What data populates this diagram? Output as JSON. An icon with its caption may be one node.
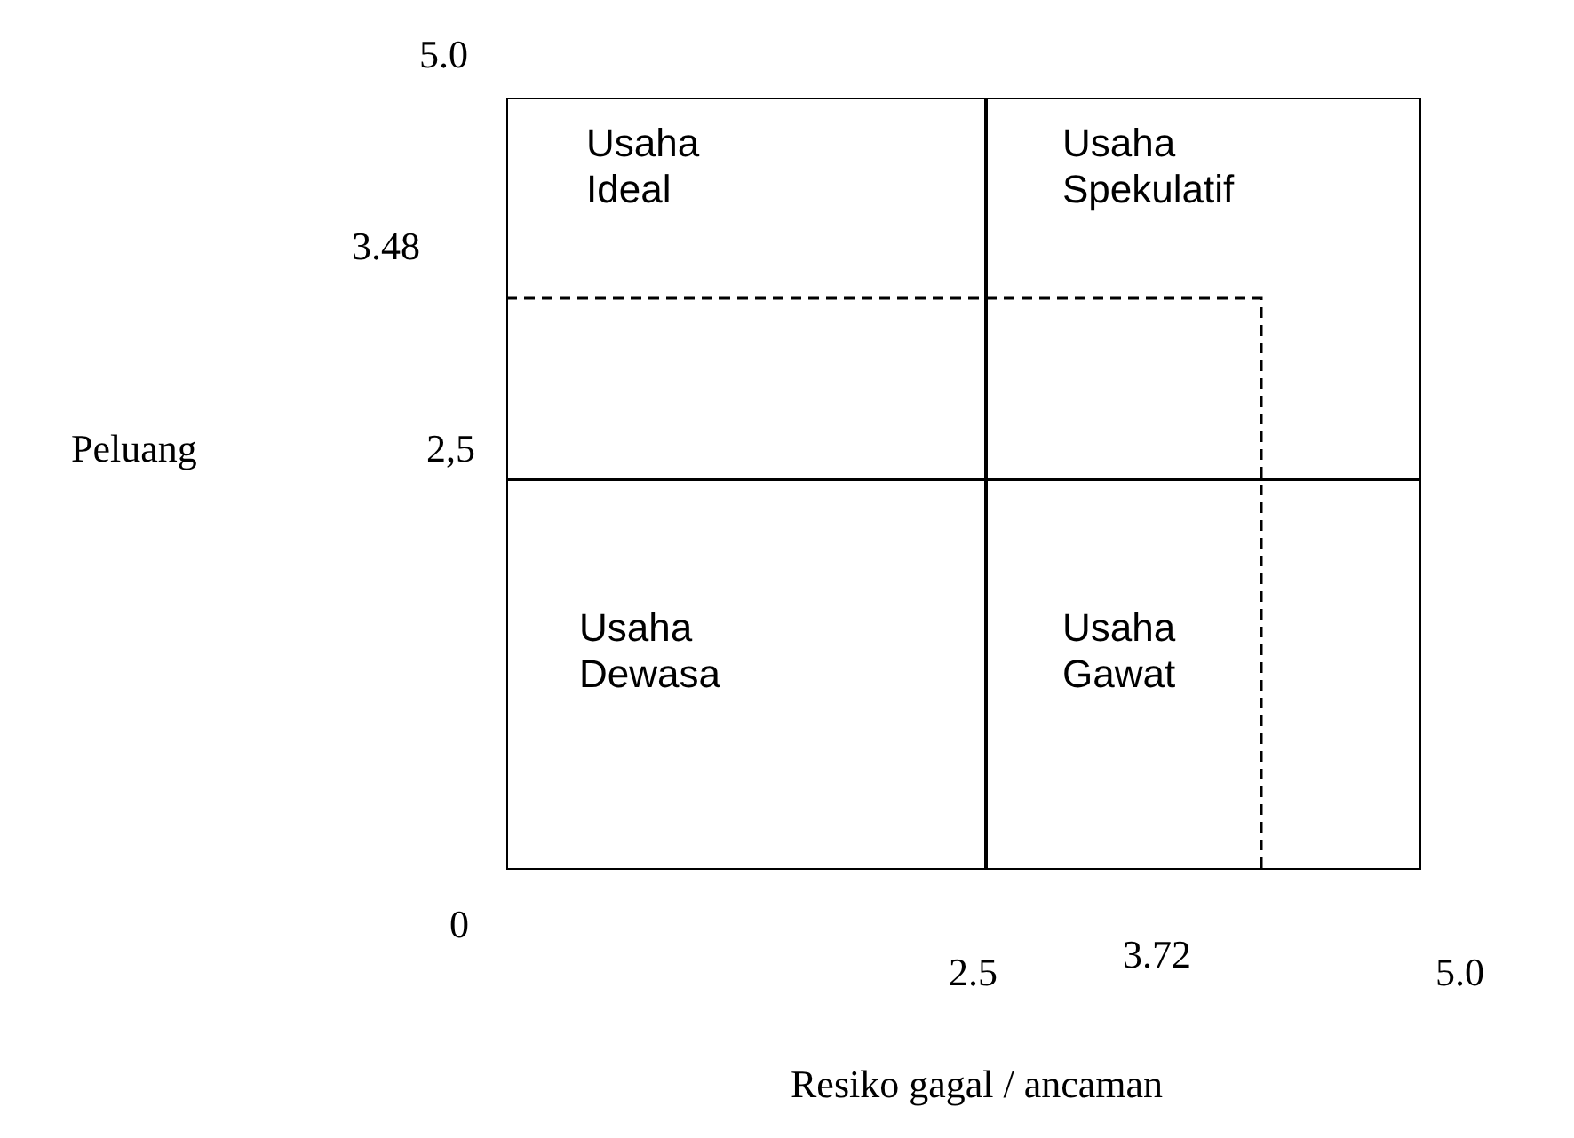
{
  "diagram": {
    "nodes": [
      {
        "text": [
          "Usaha Ideal"
        ]
      },
      {
        "text": [
          "Usaha Spekulatif"
        ]
      },
      {
        "text": [
          "Usaha Dewasa"
        ]
      },
      {
        "text": [
          "Usaha Gawat"
        ]
      }
    ],
    "labels": [
      "5.0",
      "3.48",
      "Peluang",
      "2,5",
      "0",
      "2.5",
      "3.72",
      "5.0",
      "Resiko gagal / ancaman"
    ]
  }
}
